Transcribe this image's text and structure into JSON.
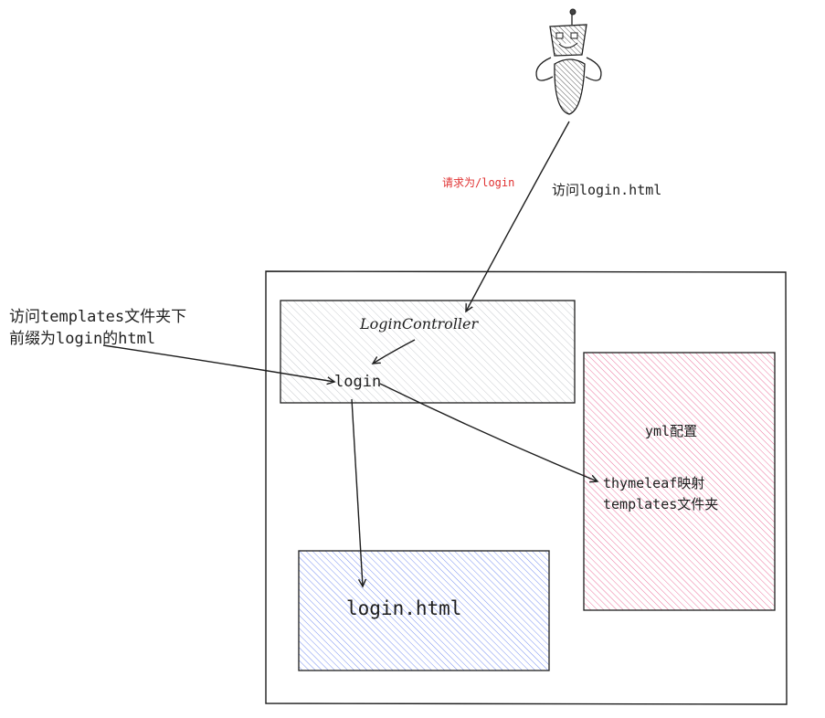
{
  "user": {
    "icon": "robot-user-icon"
  },
  "annotations": {
    "request": "请求为/login",
    "visit_html": "访问login.html",
    "templates_note_line1": "访问templates文件夹下",
    "templates_note_line2": "前缀为login的html"
  },
  "controller": {
    "title": "LoginController",
    "method": "login"
  },
  "config": {
    "title": "yml配置",
    "line1": "thymeleaf映射",
    "line2": "templates文件夹"
  },
  "page": {
    "label": "login.html"
  },
  "colors": {
    "stroke": "#1e1e1e",
    "controller_fill": "#868e96",
    "config_fill": "#e64980",
    "page_fill": "#4263eb",
    "request_text": "#e03131"
  }
}
